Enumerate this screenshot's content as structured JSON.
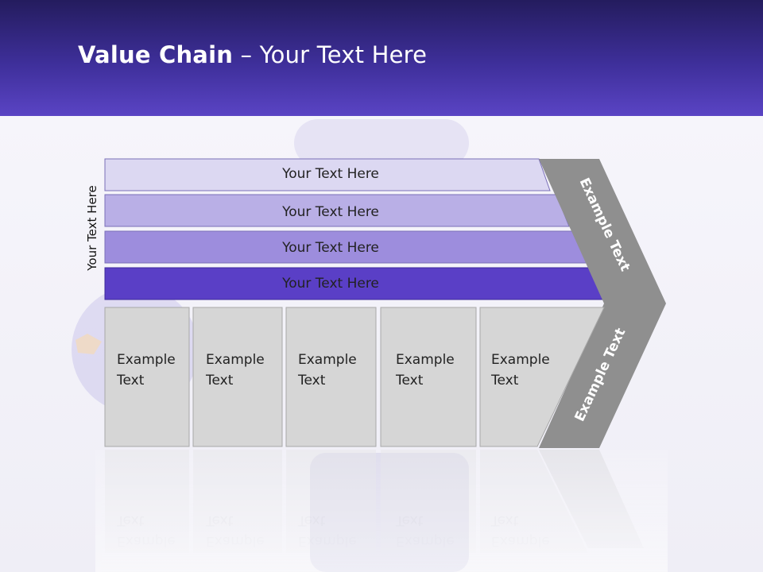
{
  "title": {
    "bold": "Value Chain",
    "rest": " – Your Text Here"
  },
  "side_label": "Your Text Here",
  "rows": [
    {
      "label": "Your Text Here",
      "color": "#dcd8f2"
    },
    {
      "label": "Your Text Here",
      "color": "#b9afe6"
    },
    {
      "label": "Your Text Here",
      "color": "#9d8ddd"
    },
    {
      "label": "Your Text Here",
      "color": "#5a3fc6"
    }
  ],
  "columns": [
    {
      "line1": "Example",
      "line2": "Text"
    },
    {
      "line1": "Example",
      "line2": "Text"
    },
    {
      "line1": "Example",
      "line2": "Text"
    },
    {
      "line1": "Example",
      "line2": "Text"
    },
    {
      "line1": "Example",
      "line2": "Text"
    }
  ],
  "chevron": {
    "upper": "Example Text",
    "lower": "Example Text",
    "color": "#8f8f8f"
  },
  "colors": {
    "column_fill": "#d6d6d6",
    "column_border": "#a8a8a8"
  }
}
